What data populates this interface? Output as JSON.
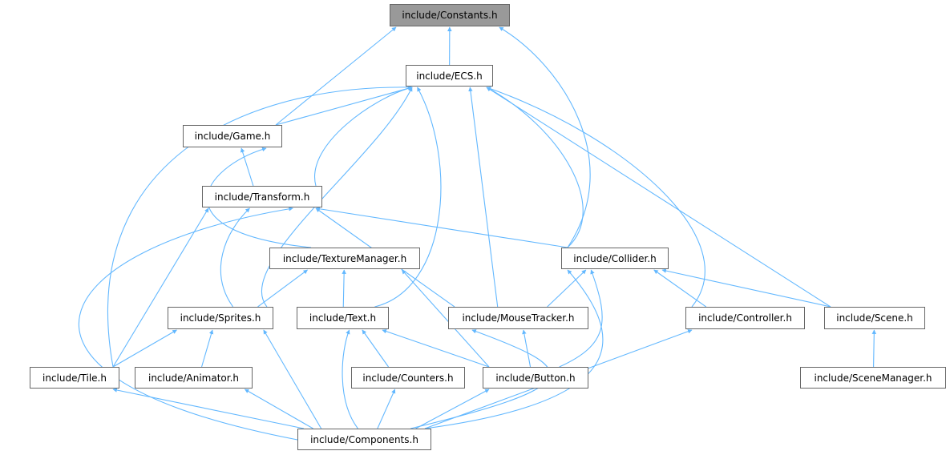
{
  "colors": {
    "edge": "#63b8ff",
    "root_fill": "#999999",
    "border": "#666666"
  },
  "nodes": {
    "constants": "include/Constants.h",
    "ecs": "include/ECS.h",
    "game": "include/Game.h",
    "transform": "include/Transform.h",
    "texturemanager": "include/TextureManager.h",
    "collider": "include/Collider.h",
    "sprites": "include/Sprites.h",
    "text": "include/Text.h",
    "mousetracker": "include/MouseTracker.h",
    "controller": "include/Controller.h",
    "scene": "include/Scene.h",
    "tile": "include/Tile.h",
    "animator": "include/Animator.h",
    "counters": "include/Counters.h",
    "button": "include/Button.h",
    "scenemanager": "include/SceneManager.h",
    "components": "include/Components.h"
  },
  "edges": [
    [
      "ecs",
      "constants"
    ],
    [
      "game",
      "constants"
    ],
    [
      "collider",
      "constants"
    ],
    [
      "game",
      "ecs"
    ],
    [
      "transform",
      "ecs"
    ],
    [
      "sprites",
      "ecs"
    ],
    [
      "text",
      "ecs"
    ],
    [
      "mousetracker",
      "ecs"
    ],
    [
      "collider",
      "ecs"
    ],
    [
      "controller",
      "ecs"
    ],
    [
      "scene",
      "ecs"
    ],
    [
      "tile",
      "ecs"
    ],
    [
      "transform",
      "game"
    ],
    [
      "texturemanager",
      "game"
    ],
    [
      "sprites",
      "transform"
    ],
    [
      "tile",
      "transform"
    ],
    [
      "components",
      "transform"
    ],
    [
      "collider",
      "transform"
    ],
    [
      "mousetracker",
      "transform"
    ],
    [
      "sprites",
      "texturemanager"
    ],
    [
      "text",
      "texturemanager"
    ],
    [
      "button",
      "texturemanager"
    ],
    [
      "mousetracker",
      "collider"
    ],
    [
      "button",
      "collider"
    ],
    [
      "components",
      "collider"
    ],
    [
      "controller",
      "collider"
    ],
    [
      "scene",
      "collider"
    ],
    [
      "tile",
      "sprites"
    ],
    [
      "animator",
      "sprites"
    ],
    [
      "components",
      "sprites"
    ],
    [
      "counters",
      "text"
    ],
    [
      "components",
      "text"
    ],
    [
      "button",
      "text"
    ],
    [
      "button",
      "mousetracker"
    ],
    [
      "components",
      "mousetracker"
    ],
    [
      "components",
      "controller"
    ],
    [
      "scenemanager",
      "scene"
    ],
    [
      "components",
      "tile"
    ],
    [
      "components",
      "animator"
    ],
    [
      "components",
      "counters"
    ],
    [
      "components",
      "button"
    ]
  ]
}
